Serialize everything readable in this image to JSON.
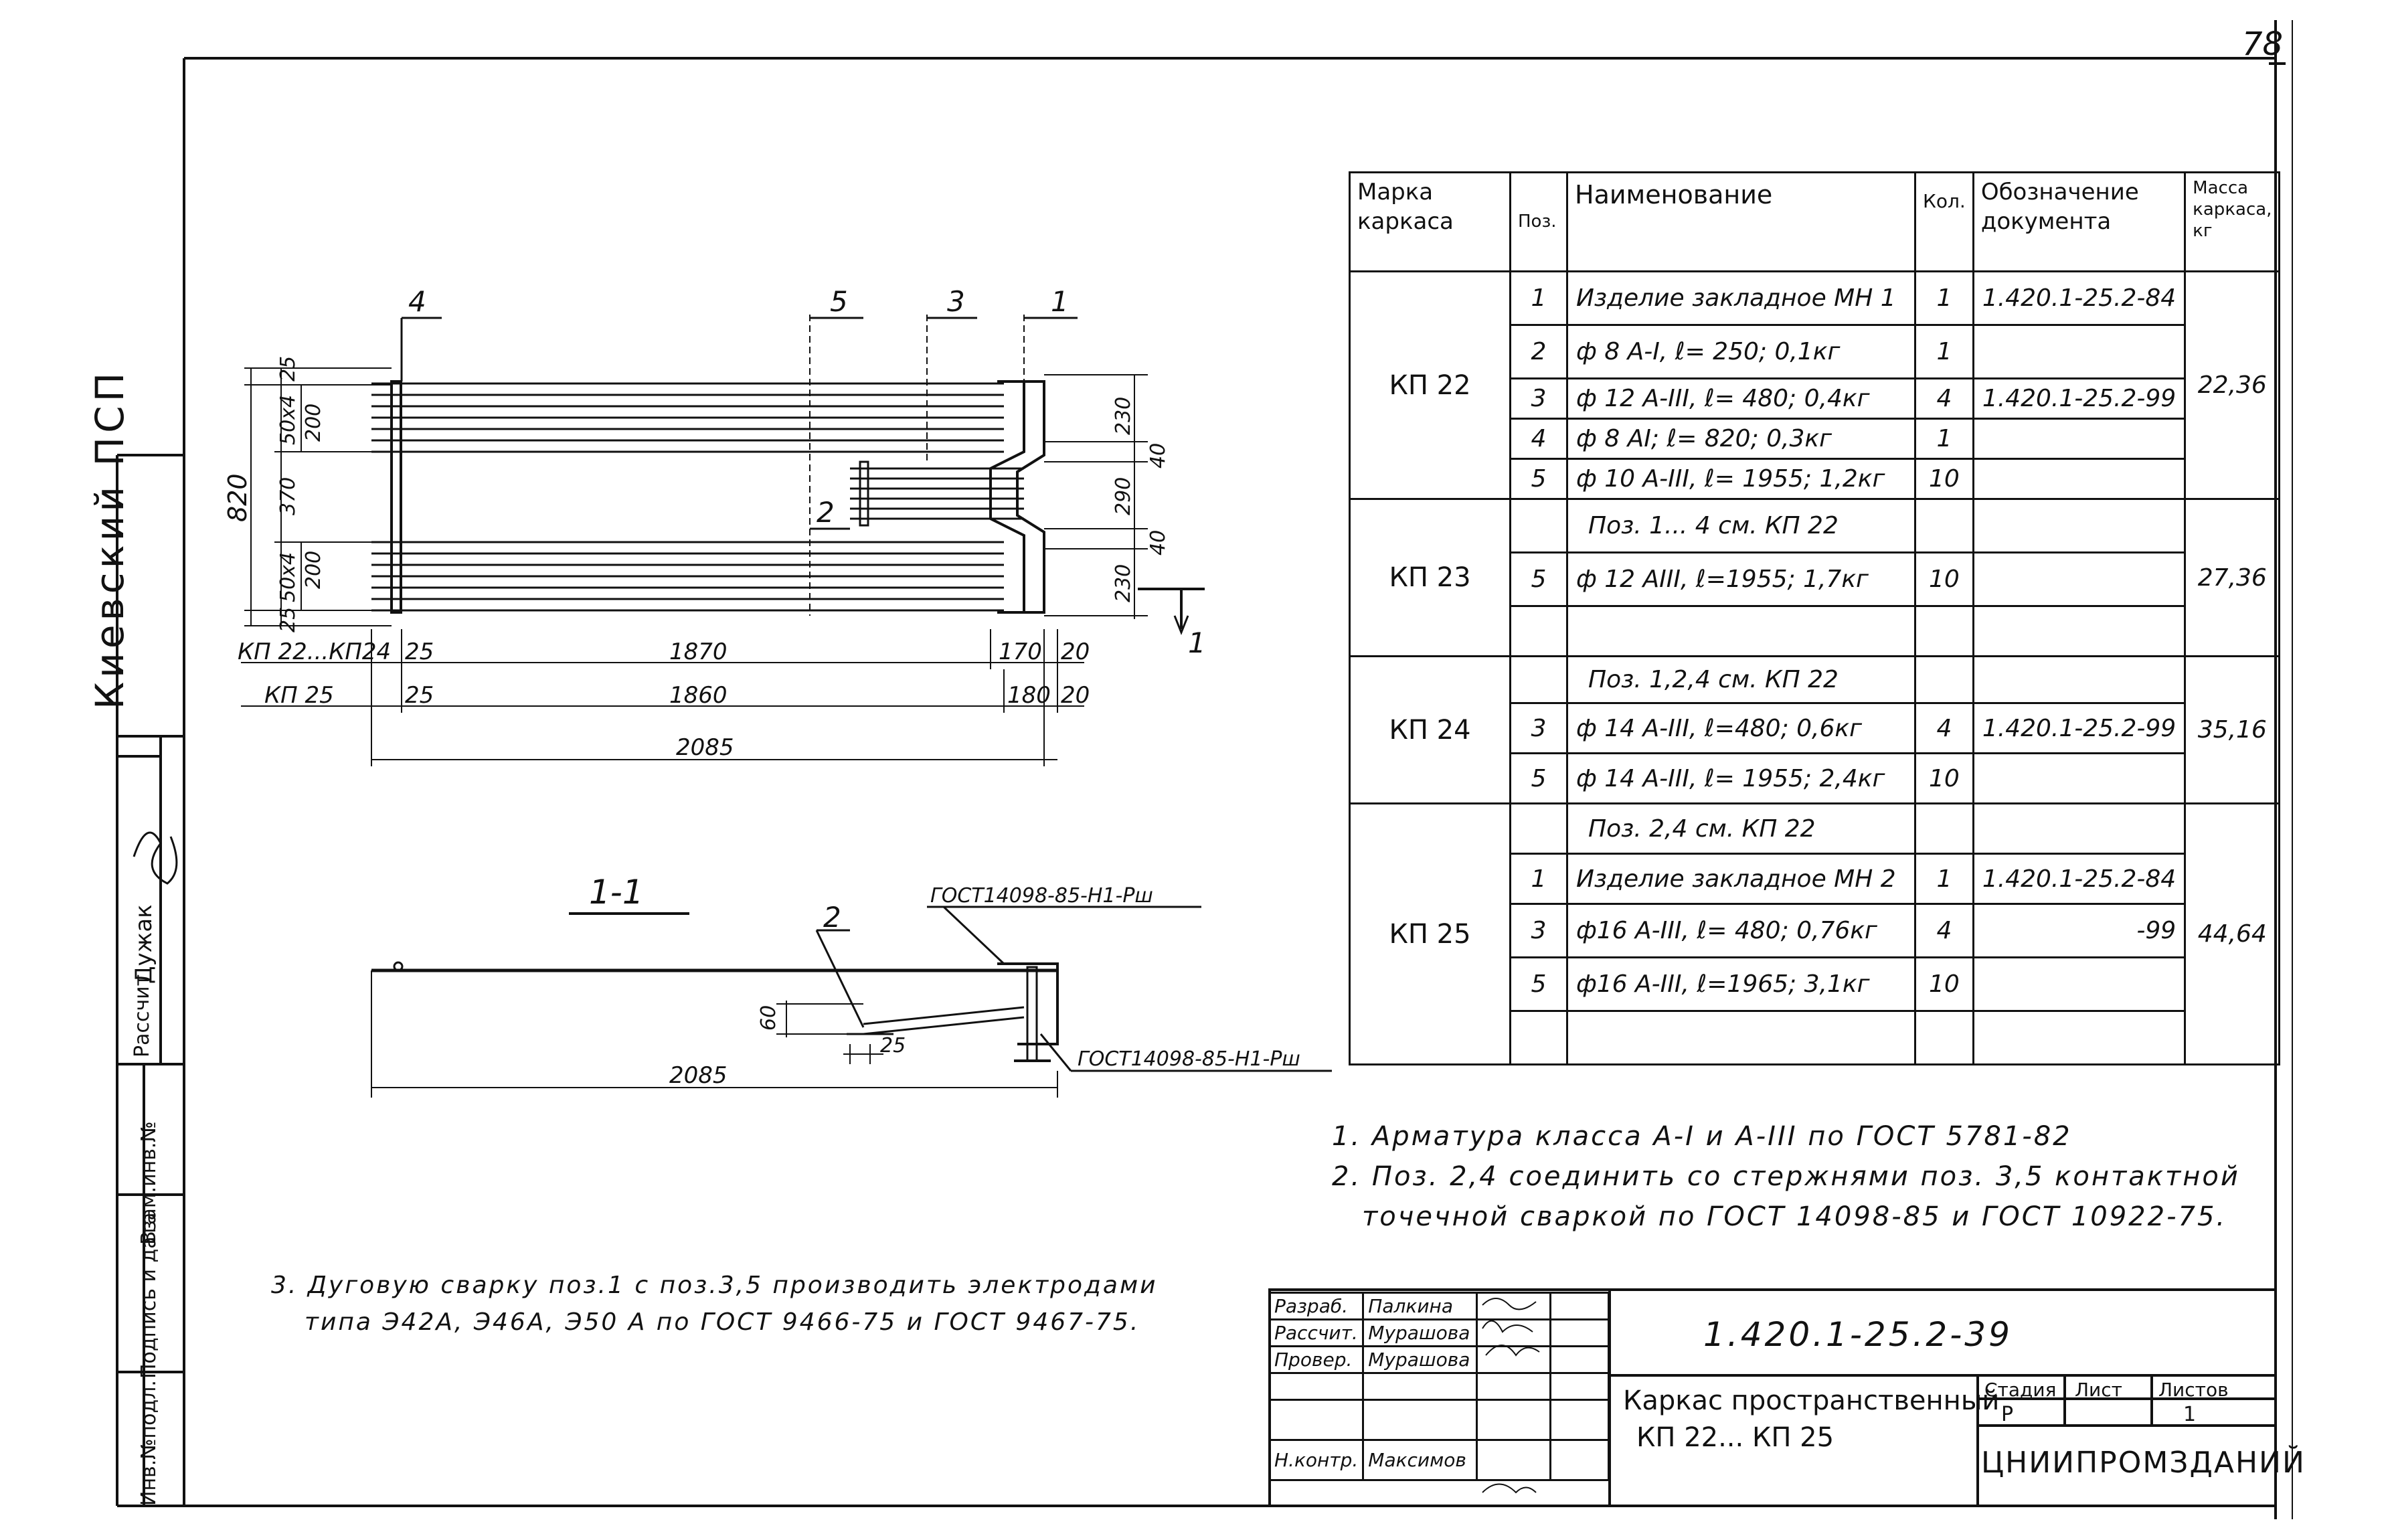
{
  "page_number": "78",
  "side_stamp": {
    "org": "Киевский ПСП",
    "rasschit_label": "Рассчит",
    "rasschit_name": "Дужак",
    "inv_podl": "Инв.№подл.",
    "podpis_data": "Подпись и дата",
    "vzam_inv": "Взам.инв.№"
  },
  "plan_drawing": {
    "callouts": [
      "4",
      "5",
      "3",
      "1"
    ],
    "pos2_label": "2",
    "dim_left_total": "820",
    "dim_left_parts": [
      "25",
      "50x4",
      "200",
      "370",
      "50x4",
      "200",
      "25"
    ],
    "dim_right_parts": [
      "230",
      "40",
      "290",
      "40",
      "230"
    ],
    "row_kp22_label": "КП 22...КП24",
    "row_kp22_dims": [
      "25",
      "1870",
      "170",
      "20"
    ],
    "row_kp25_label": "КП 25",
    "row_kp25_dims": [
      "25",
      "1860",
      "180",
      "20"
    ],
    "overall_length": "2085",
    "section_mark": "1"
  },
  "section_drawing": {
    "title": "1-1",
    "pos_label": "2",
    "weld_top": "ГОСТ14098-85-Н1-Рш",
    "weld_bottom": "ГОСТ14098-85-Н1-Рш",
    "dim_60": "60",
    "dim_25": "25",
    "length": "2085"
  },
  "spec_table": {
    "headers": {
      "mark": "Марка каркаса",
      "pos": "Поз.",
      "name": "Наименование",
      "qty": "Кол.",
      "doc": "Обозначение документа",
      "mass": "Масса каркаса, кг"
    },
    "groups": [
      {
        "mark": "КП 22",
        "mass": "22,36",
        "rows": [
          {
            "pos": "1",
            "name": "Изделие закладное МН 1",
            "qty": "1",
            "doc": "1.420.1-25.2-84"
          },
          {
            "pos": "2",
            "name": "ф 8 А-I, ℓ= 250; 0,1кг",
            "qty": "1",
            "doc": ""
          },
          {
            "pos": "3",
            "name": "ф 12 А-III, ℓ= 480; 0,4кг",
            "qty": "4",
            "doc": "1.420.1-25.2-99"
          },
          {
            "pos": "4",
            "name": "ф 8 АI; ℓ= 820; 0,3кг",
            "qty": "1",
            "doc": ""
          },
          {
            "pos": "5",
            "name": "ф 10 А-III, ℓ= 1955; 1,2кг",
            "qty": "10",
            "doc": ""
          }
        ]
      },
      {
        "mark": "КП 23",
        "mass": "27,36",
        "rows": [
          {
            "pos": "",
            "name": "Поз. 1... 4 см. КП 22",
            "qty": "",
            "doc": ""
          },
          {
            "pos": "5",
            "name": "ф 12 АIII, ℓ=1955; 1,7кг",
            "qty": "10",
            "doc": ""
          },
          {
            "pos": "",
            "name": "",
            "qty": "",
            "doc": ""
          }
        ]
      },
      {
        "mark": "КП 24",
        "mass": "35,16",
        "rows": [
          {
            "pos": "",
            "name": "Поз. 1,2,4 см. КП 22",
            "qty": "",
            "doc": ""
          },
          {
            "pos": "3",
            "name": "ф 14 А-III, ℓ=480; 0,6кг",
            "qty": "4",
            "doc": "1.420.1-25.2-99"
          },
          {
            "pos": "5",
            "name": "ф 14 А-III, ℓ= 1955; 2,4кг",
            "qty": "10",
            "doc": ""
          }
        ]
      },
      {
        "mark": "КП 25",
        "mass": "44,64",
        "rows": [
          {
            "pos": "",
            "name": "Поз. 2,4 см. КП 22",
            "qty": "",
            "doc": ""
          },
          {
            "pos": "1",
            "name": "Изделие закладное МН 2",
            "qty": "1",
            "doc": "1.420.1-25.2-84"
          },
          {
            "pos": "3",
            "name": "ф16 А-III, ℓ= 480; 0,76кг",
            "qty": "4",
            "doc": "-99"
          },
          {
            "pos": "5",
            "name": "ф16 А-III, ℓ=1965; 3,1кг",
            "qty": "10",
            "doc": ""
          },
          {
            "pos": "",
            "name": "",
            "qty": "",
            "doc": ""
          }
        ]
      }
    ]
  },
  "notes": {
    "n1": "1. Арматура класса А-I и А-III по ГОСТ 5781-82",
    "n2a": "2. Поз. 2,4 соединить со стержнями поз. 3,5 контактной",
    "n2b": "точечной сваркой по ГОСТ 14098-85 и ГОСТ 10922-75.",
    "n3a": "3. Дуговую сварку поз.1 с поз.3,5 производить электродами",
    "n3b": "типа Э42А, Э46А, Э50 А по ГОСТ 9466-75 и ГОСТ 9467-75."
  },
  "title_block": {
    "code": "1.420.1-25.2-39",
    "title_line1": "Каркас пространственный",
    "title_line2": "КП 22... КП 25",
    "stage_label": "Стадия",
    "sheet_label": "Лист",
    "sheets_label": "Листов",
    "stage": "Р",
    "sheet": "",
    "sheets": "1",
    "org": "ЦНИИПРОМЗДАНИЙ",
    "roles": [
      {
        "role": "Разраб.",
        "name": "Палкина"
      },
      {
        "role": "Рассчит.",
        "name": "Мурашова"
      },
      {
        "role": "Провер.",
        "name": "Мурашова"
      },
      {
        "role": "",
        "name": ""
      },
      {
        "role": "",
        "name": ""
      },
      {
        "role": "Н.контр.",
        "name": "Максимов"
      }
    ]
  }
}
